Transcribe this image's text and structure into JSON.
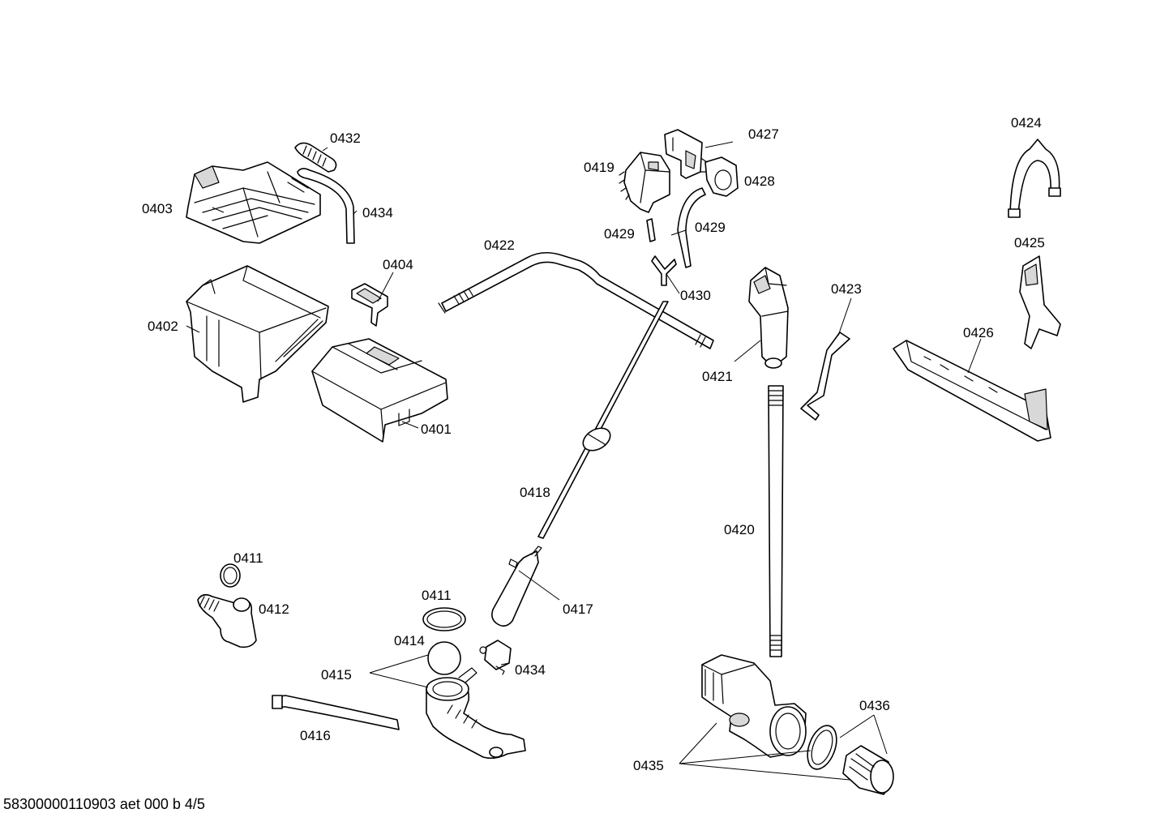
{
  "labels": {
    "l0432": "0432",
    "l0434a": "0434",
    "l0403": "0403",
    "l0404": "0404",
    "l0402": "0402",
    "l0401": "0401",
    "l0422": "0422",
    "l0419": "0419",
    "l0427": "0427",
    "l0428": "0428",
    "l0429a": "0429",
    "l0429b": "0429",
    "l0430": "0430",
    "l0421": "0421",
    "l0423": "0423",
    "l0424": "0424",
    "l0425": "0425",
    "l0426": "0426",
    "l0418": "0418",
    "l0420": "0420",
    "l0411a": "0411",
    "l0412": "0412",
    "l0411b": "0411",
    "l0417": "0417",
    "l0414": "0414",
    "l0415": "0415",
    "l0434b": "0434",
    "l0416": "0416",
    "l0436": "0436",
    "l0435": "0435"
  },
  "footer": "58300000110903 aet 000 b 4/5"
}
